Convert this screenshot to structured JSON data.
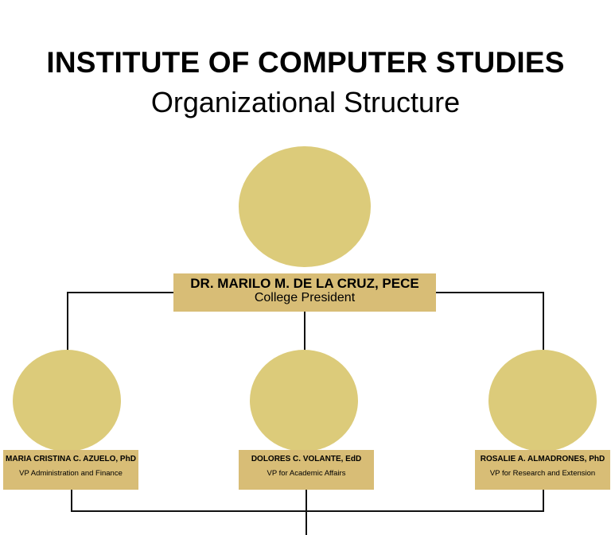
{
  "header": {
    "title": "INSTITUTE OF COMPUTER STUDIES",
    "subtitle": "Organizational Structure"
  },
  "president": {
    "name": "DR. MARILO M. DE LA CRUZ, PECE",
    "role": "College President"
  },
  "vps": [
    {
      "name": "MARIA CRISTINA C. AZUELO, PhD",
      "role": "VP Administration and Finance"
    },
    {
      "name": "DOLORES C. VOLANTE, EdD",
      "role": "VP for Academic Affairs"
    },
    {
      "name": "ROSALIE A. ALMADRONES, PhD",
      "role": "VP for Research and Extension"
    }
  ],
  "colors": {
    "photo_placeholder": "#dccb7a",
    "label_box": "#d8bd76",
    "connector": "#111111"
  }
}
